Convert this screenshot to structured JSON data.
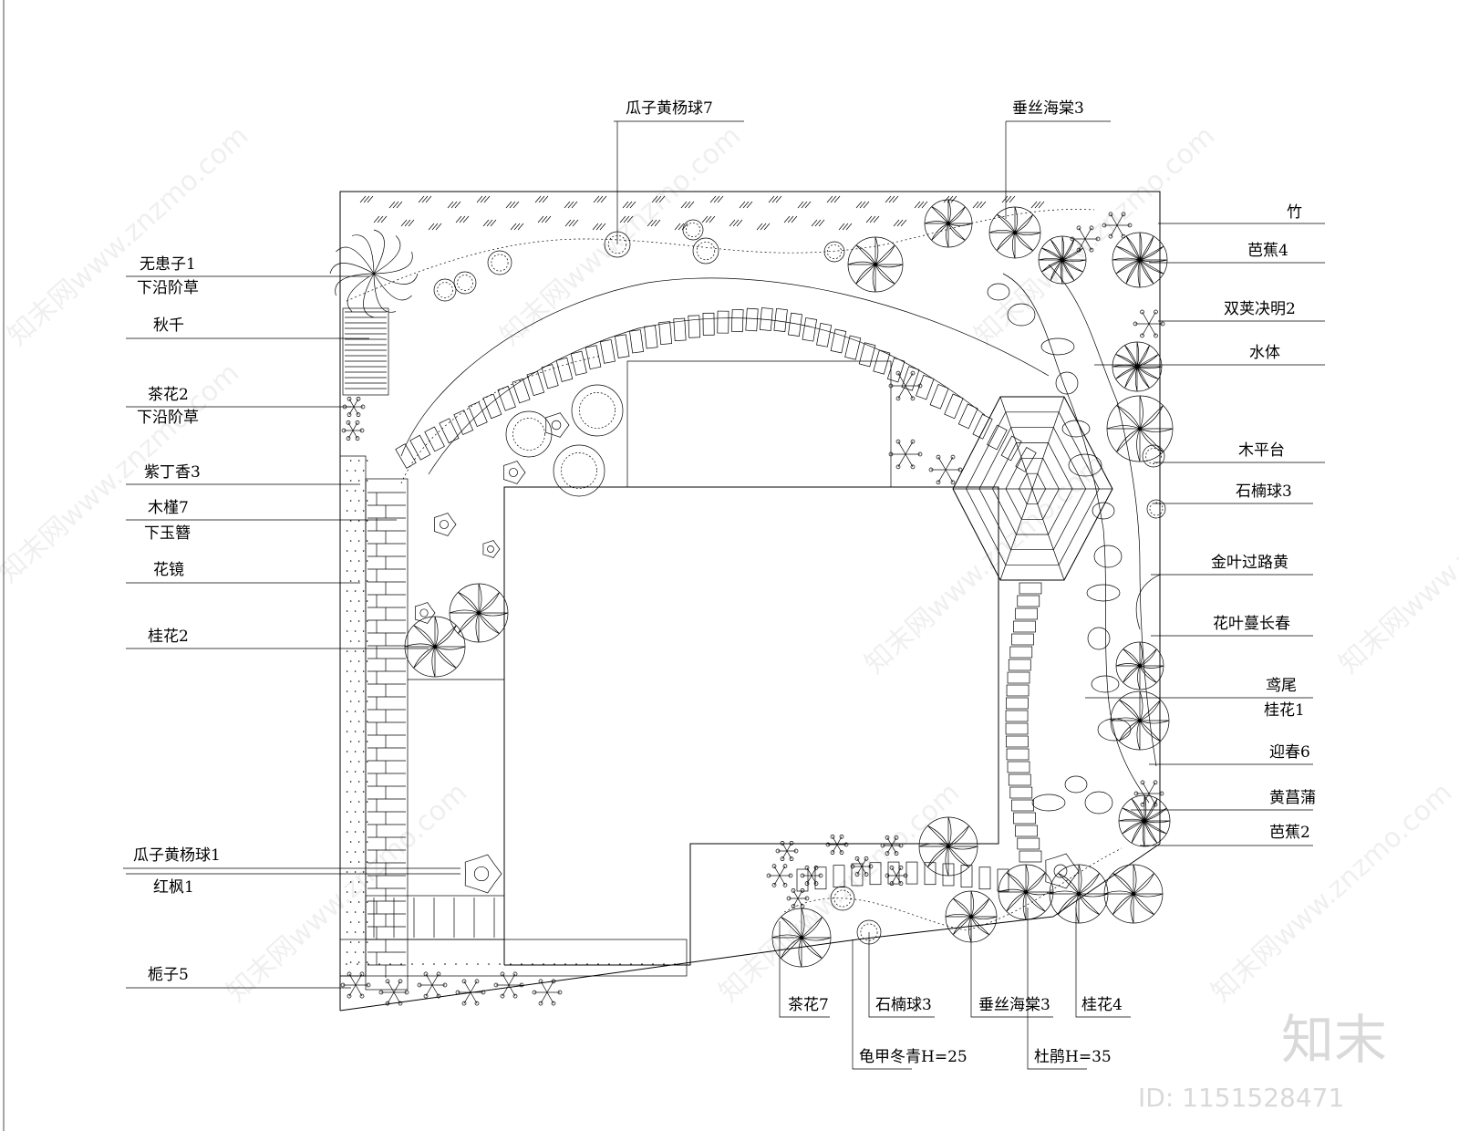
{
  "plan": {
    "labels": {
      "top": [
        "瓜子黄杨球7",
        "垂丝海棠3"
      ],
      "left": [
        "无患子1",
        "下沿阶草",
        "秋千",
        "茶花2",
        "下沿阶草",
        "紫丁香3",
        "木槿7",
        "下玉簪",
        "花镜",
        "桂花2",
        "瓜子黄杨球1",
        "红枫1",
        "栀子5"
      ],
      "right": [
        "竹",
        "芭蕉4",
        "双荚决明2",
        "水体",
        "木平台",
        "石楠球3",
        "金叶过路黄",
        "花叶蔓长春",
        "鸢尾",
        "桂花1",
        "迎春6",
        "黄菖蒲",
        "芭蕉2"
      ],
      "bottom": [
        "茶花7",
        "石楠球3",
        "垂丝海棠3",
        "桂花4",
        "龟甲冬青H=25",
        "杜鹃H=35"
      ]
    }
  },
  "watermark": {
    "logo": "知末",
    "id": "ID: 1151528471",
    "repeat_text": "知末网www.znzmo.com"
  }
}
